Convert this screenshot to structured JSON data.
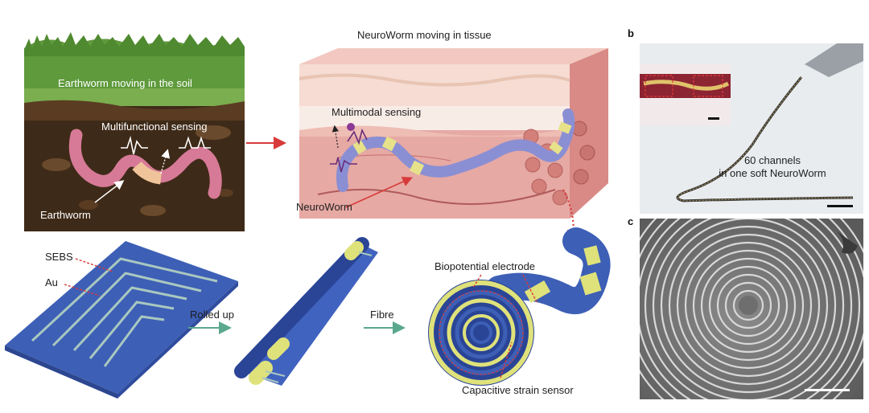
{
  "panel_a": {
    "soil_title": "Earthworm moving in the soil",
    "sensing_label": "Multifunctional sensing",
    "earthworm_label": "Earthworm",
    "tissue_title": "NeuroWorm moving in tissue",
    "multimodal_label": "Multimodal sensing",
    "neuroworm_label": "NeuroWorm",
    "sebs_label": "SEBS",
    "au_label": "Au",
    "rolled_label": "Rolled up",
    "fibre_label": "Fibre",
    "electrode_label": "Biopotential electrode",
    "strain_label": "Capacitive strain sensor"
  },
  "panel_b": {
    "letter": "b",
    "caption_line1": "60 channels",
    "caption_line2": "in one soft NeuroWorm"
  },
  "panel_c": {
    "letter": "c"
  },
  "colors": {
    "grass": "#5f9a3c",
    "soil": "#3e2a18",
    "worm": "#d77a97",
    "tissue": "#e6a9a3",
    "substrate": "#3d5fb6",
    "gold_trace": "#cfe08a",
    "arrow_red": "#d83a3a",
    "arrow_green": "#5aa88e"
  }
}
